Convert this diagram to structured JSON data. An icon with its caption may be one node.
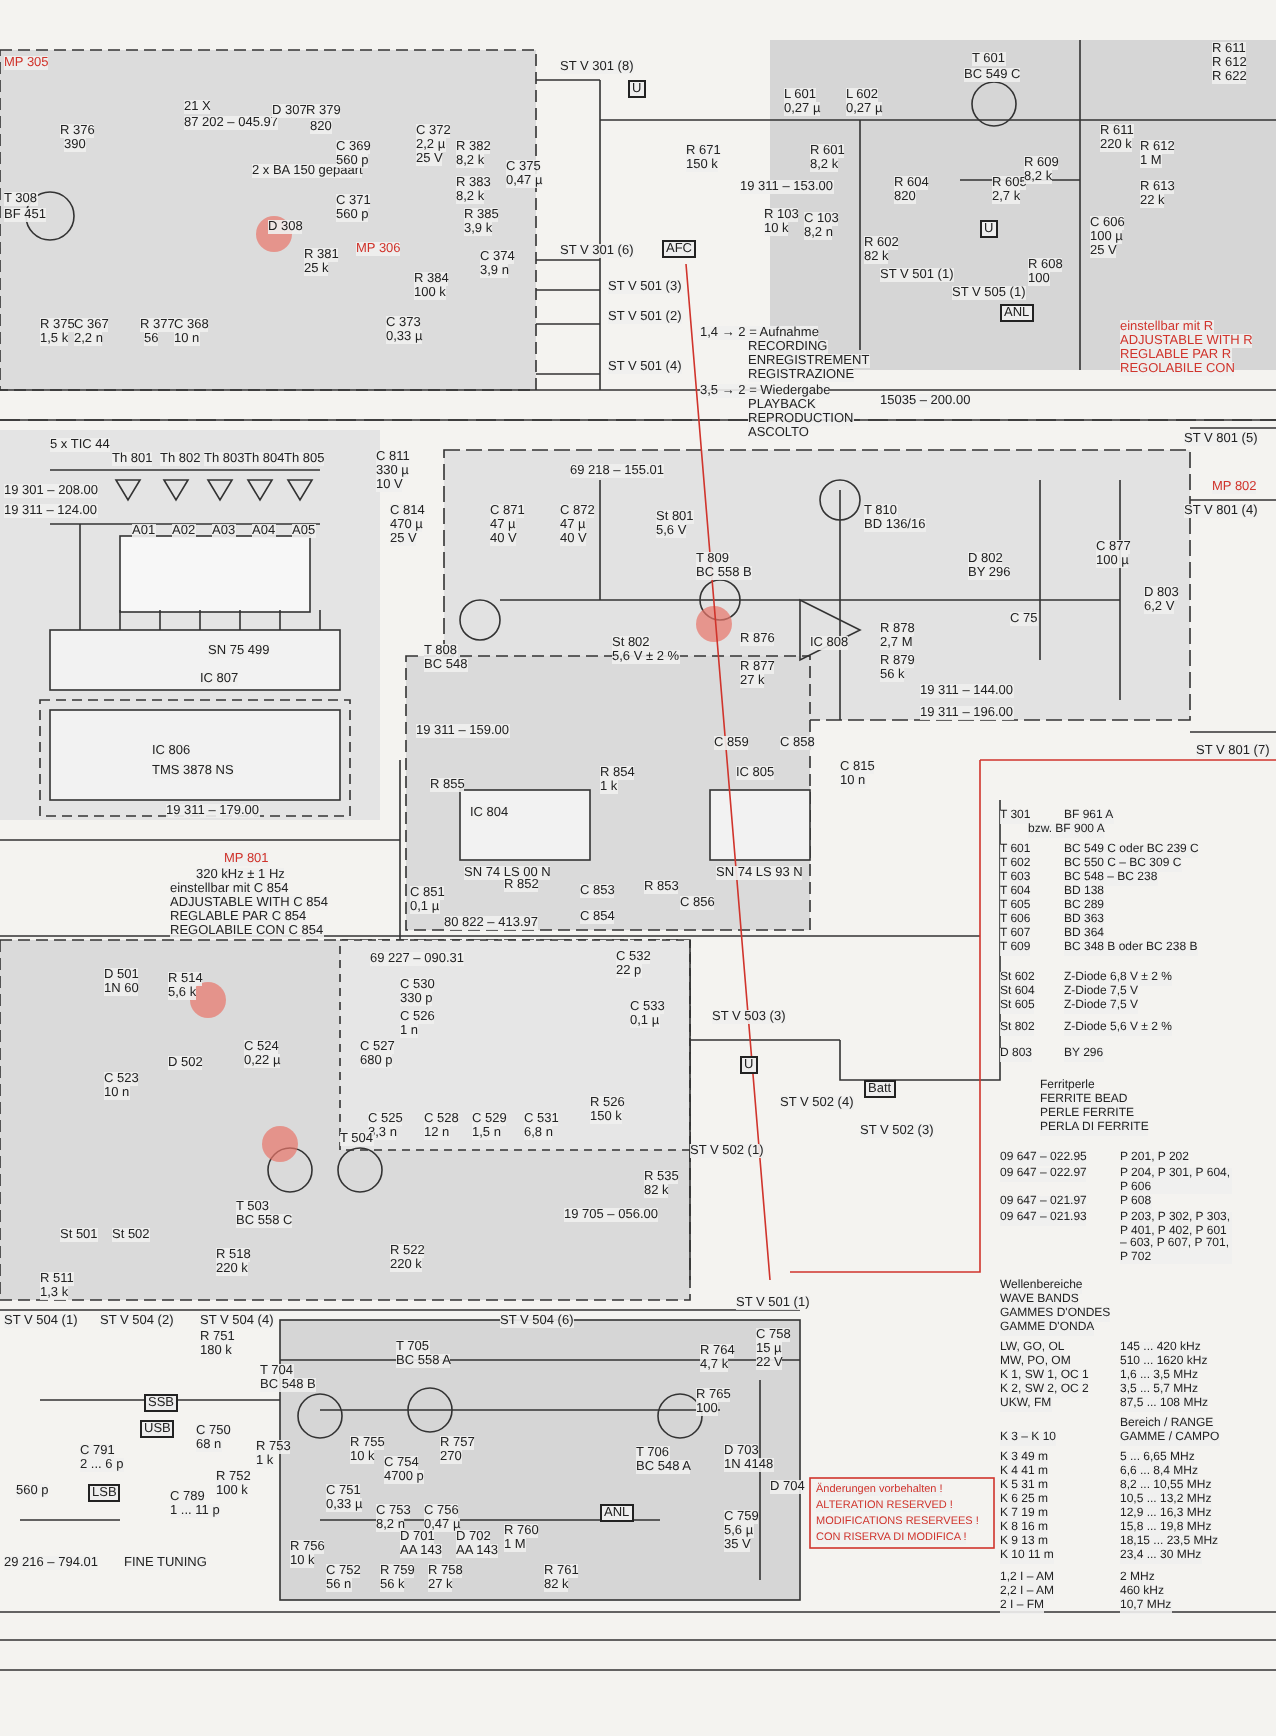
{
  "diagram": {
    "labels": [
      "MP 305",
      "R 376",
      "390",
      "T 308",
      "BF 451",
      "21 X",
      "87 202 – 045.97",
      "D 307",
      "R 379",
      "820",
      "2 x BA 150 gepaart",
      "C 369",
      "560 p",
      "C 371",
      "560 p",
      "C 372",
      "2,2 µ",
      "25 V",
      "R 382",
      "8,2 k",
      "R 383",
      "8,2 k",
      "C 375",
      "0,47 µ",
      "D 308",
      "R 381",
      "25 k",
      "R 385",
      "3,9 k",
      "MP 306",
      "R 384",
      "100 k",
      "C 374",
      "3,9 n",
      "R 375",
      "1,5 k",
      "C 367",
      "2,2 n",
      "R 377",
      "56",
      "C 368",
      "10 n",
      "C 373",
      "0,33 µ",
      "ST V 301 (8)",
      "ST V 301 (6)",
      "ST V 501 (3)",
      "ST V 501 (2)",
      "ST V 501 (4)",
      "L 601",
      "0,27 µ",
      "L 602",
      "0,27 µ",
      "T 601",
      "BC 549 C",
      "R 601",
      "8,2 k",
      "R 604",
      "820",
      "R 605",
      "2,7 k",
      "R 609",
      "8,2 k",
      "R 611",
      "220 k",
      "R 612",
      "1 M",
      "R 613",
      "22 k",
      "C 606",
      "100 µ",
      "25 V",
      "R 608",
      "100",
      "R 602",
      "82 k",
      "R 671",
      "150 k",
      "19 311 – 153.00",
      "R 103",
      "10 k",
      "C 103",
      "8,2 n",
      "AFC",
      "ANL",
      "U",
      "U",
      "ST V 501 (1)",
      "ST V 505 (1)",
      "1,4 → 2 = Aufnahme",
      "RECORDING",
      "ENREGISTREMENT",
      "REGISTRAZIONE",
      "3,5 → 2 = Wiedergabe",
      "PLAYBACK",
      "REPRODUCTION",
      "ASCOLTO",
      "15035 – 200.00",
      "R 611",
      "R 612",
      "R 622",
      "einstellbar mit R",
      "ADJUSTABLE WITH R",
      "REGLABLE PAR R",
      "REGOLABILE CON",
      "ST V 801 (5)",
      "MP 802",
      "ST V 801 (4)",
      "5 x TIC 44",
      "Th 801",
      "Th 802",
      "Th 803",
      "Th 804",
      "Th 805",
      "19 301 – 208.00",
      "19 311 – 124.00",
      "A01",
      "A02",
      "A03",
      "A04",
      "A05",
      "C 811",
      "330 µ",
      "10 V",
      "C 814",
      "470 µ",
      "25 V",
      "C 871",
      "47 µ",
      "40 V",
      "C 872",
      "47 µ",
      "40 V",
      "69 218 – 155.01",
      "St 801",
      "5,6 V",
      "T 809",
      "BC 558 B",
      "T 810",
      "BD 136/16",
      "IC 808",
      "D 802",
      "BY 296",
      "D 803",
      "6,2 V",
      "C 877",
      "100 µ",
      "T 808",
      "BC 548",
      "IC 807",
      "SN 75 499",
      "IC 806",
      "TMS 3878 NS",
      "19 311 – 179.00",
      "MP 801",
      "320 kHz ± 1 Hz",
      "einstellbar mit C 854",
      "ADJUSTABLE WITH C 854",
      "REGLABLE PAR C 854",
      "REGOLABILE CON C 854",
      "St 802",
      "5,6 V ± 2 %",
      "R 876",
      "R 877",
      "27 k",
      "R 878",
      "2,7 M",
      "R 879",
      "56 k",
      "C 75",
      "19 311 – 144.00",
      "19 311 – 196.00",
      "ST V 801 (7)",
      "19 311 – 159.00",
      "IC 804",
      "SN 74 LS 00 N",
      "IC 805",
      "SN 74 LS 93 N",
      "C 859",
      "C 858",
      "R 854",
      "1 k",
      "C 815",
      "10 n",
      "R 855",
      "C 851",
      "0,1 µ",
      "R 852",
      "C 853",
      "C 854",
      "80 822 – 413.97",
      "R 853",
      "C 856",
      "ST V 503 (3)",
      "Batt",
      "ST V 502 (4)",
      "ST V 502 (3)",
      "ST V 502 (1)",
      "ST V 501 (1)",
      "U",
      "T 301",
      "BF 961 A",
      "bzw. BF 900 A",
      "T 601",
      "BC 549 C oder BC 239 C",
      "T 602",
      "BC 550 C – BC 309 C",
      "T 603",
      "BC 548 – BC 238",
      "T 604",
      "BD 138",
      "T 605",
      "BC 289",
      "T 606",
      "BD 363",
      "T 607",
      "BD 364",
      "T 609",
      "BC 348 B oder BC 238 B",
      "St 602",
      "Z-Diode 6,8 V ± 2 %",
      "St 604",
      "Z-Diode 7,5 V",
      "St 605",
      "Z-Diode 7,5 V",
      "St 802",
      "Z-Diode 5,6 V ± 2 %",
      "D 803",
      "BY 296",
      "Ferritperle",
      "FERRITE BEAD",
      "PERLE FERRITE",
      "PERLA DI FERRITE",
      "09 647 – 022.95",
      "P 201, P 202",
      "09 647 – 022.97",
      "P 204, P 301, P 604, P 606",
      "09 647 – 021.97",
      "P 608",
      "09 647 – 021.93",
      "P 203, P 302, P 303, P 401, P 402, P 601 – 603, P 607, P 701, P 702",
      "Wellenbereiche",
      "WAVE BANDS",
      "GAMMES D'ONDES",
      "GAMME D'ONDA",
      "LW, GO, OL",
      "145 ... 420 kHz",
      "MW, PO, OM",
      "510 ... 1620 kHz",
      "K 1, SW 1, OC 1",
      "1,6 ... 3,5 MHz",
      "K 2, SW 2, OC 2",
      "3,5 ... 5,7 MHz",
      "UKW, FM",
      "87,5 ... 108 MHz",
      "K 3 – K 10",
      "Bereich / RANGE",
      "GAMME / CAMPO",
      "K 3   49 m",
      "5 ... 6,65 MHz",
      "K 4   41 m",
      "6,6 ... 8,4 MHz",
      "K 5   31 m",
      "8,2 ... 10,55 MHz",
      "K 6   25 m",
      "10,5 ... 13,2 MHz",
      "K 7   19 m",
      "12,9 ... 16,3 MHz",
      "K 8   16 m",
      "15,8 ... 19,8 MHz",
      "K 9   13 m",
      "18,15 ... 23,5 MHz",
      "K 10   11 m",
      "23,4 ... 30 MHz",
      "1,2 I – AM",
      "2 MHz",
      "2,2 I – AM",
      "460 kHz",
      "2 I – FM",
      "10,7 MHz",
      "D 501",
      "1N 60",
      "R 514",
      "5,6 k",
      "D 502",
      "C 524",
      "0,22 µ",
      "C 523",
      "10 n",
      "69 227 – 090.31",
      "C 530",
      "330 p",
      "C 526",
      "1 n",
      "C 527",
      "680 p",
      "C 525",
      "3,3 n",
      "C 528",
      "12 n",
      "C 529",
      "1,5 n",
      "C 531",
      "6,8 n",
      "R 526",
      "150 k",
      "C 532",
      "22 p",
      "C 533",
      "0,1 µ",
      "T 503",
      "BC 558 C",
      "T 504",
      "St 501",
      "St 502",
      "R 511",
      "1,3 k",
      "R 518",
      "220 k",
      "R 522",
      "220 k",
      "R 535",
      "82 k",
      "19 705 – 056.00",
      "ST V 504 (1)",
      "ST V 504 (2)",
      "ST V 504 (4)",
      "ST V 504 (6)",
      "T 704",
      "BC 548 B",
      "T 705",
      "BC 558 A",
      "T 706",
      "BC 548 A",
      "SSB",
      "USB",
      "LSB",
      "C 791",
      "2 ... 6 p",
      "C 789",
      "1 ... 11 p",
      "29 216 – 794.01",
      "FINE TUNING",
      "560 p",
      "R 751",
      "180 k",
      "C 750",
      "68 n",
      "R 753",
      "1 k",
      "R 752",
      "100 k",
      "R 755",
      "10 k",
      "C 754",
      "4700 p",
      "R 757",
      "270",
      "C 751",
      "0,33 µ",
      "C 753",
      "8,2 n",
      "C 756",
      "0,47 µ",
      "D 701",
      "AA 143",
      "D 702",
      "AA 143",
      "R 760",
      "1 M",
      "C 752",
      "56 n",
      "R 756",
      "10 k",
      "R 759",
      "56 k",
      "R 758",
      "27 k",
      "R 761",
      "82 k",
      "ANL",
      "R 764",
      "4,7 k",
      "R 765",
      "100",
      "C 758",
      "15 µ",
      "22 V",
      "D 703",
      "1N 4148",
      "D 704",
      "C 759",
      "5,6 µ",
      "35 V",
      "Änderungen vorbehalten !",
      "ALTERATION RESERVED !",
      "MODIFICATIONS RESERVEES !",
      "CON RISERVA DI MODIFICA !"
    ]
  }
}
